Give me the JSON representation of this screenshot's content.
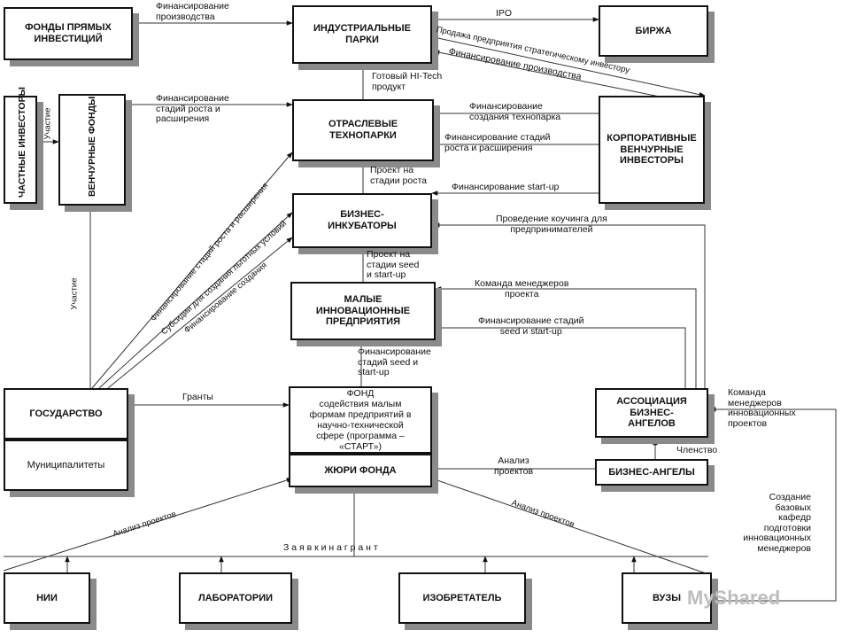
{
  "boxes": {
    "pe_funds": "ФОНДЫ ПРЯМЫХ\nИНВЕСТИЦИЙ",
    "ind_parks": "ИНДУСТРИАЛЬНЫЕ\nПАРКИ",
    "exchange": "БИРЖА",
    "private_investors": "ЧАСТНЫЕ ИНВЕСТОРЫ",
    "venture_funds": "ВЕНЧУРНЫЕ ФОНДЫ",
    "tech_parks": "ОТРАСЛЕВЫЕ\nТЕХНОПАРКИ",
    "corp_investors": "КОРПОРАТИВНЫЕ\nВЕНЧУРНЫЕ\nИНВЕСТОРЫ",
    "incubators": "БИЗНЕС-\nИНКУБАТОРЫ",
    "small_enterprises": "МАЛЫЕ\nИННОВАЦИОННЫЕ\nПРЕДПРИЯТИЯ",
    "state": "ГОСУДАРСТВО",
    "municipalities": "Муниципалитеты",
    "fund": "ФОНД\nсодействия малым\nформам предприятий в\nнаучно-технической\nсфере (программа –\n«СТАРТ»)",
    "fund_jury": "ЖЮРИ ФОНДА",
    "angels_assoc": "АССОЦИАЦИЯ\nБИЗНЕС-\nАНГЕЛОВ",
    "angels": "БИЗНЕС-АНГЕЛЫ",
    "nii": "НИИ",
    "labs": "ЛАБОРАТОРИИ",
    "inventor": "ИЗОБРЕТАТЕЛЬ",
    "universities": "ВУЗЫ"
  },
  "labels": {
    "fin_production": "Финансирование\nпроизводства",
    "ipo": "IPO",
    "sale_strategic": "Продажа предприятия стратегическому инвестору",
    "fin_production2": "Финансирование производства",
    "hitech_product": "Готовый HI-Tech\nпродукт",
    "fin_growth_vf": "Финансирование\nстадий роста и\nрасширения",
    "participation_top": "Участие",
    "fin_technopark": "Финансирование\nсоздания технопарка",
    "fin_growth_corp": "Финансирование стадий\nроста и расширения",
    "growth_project": "Проект на\nстадии роста",
    "fin_startup": "Финансирование start-up",
    "coaching": "Проведение коучинга для\nпредпринимателей",
    "seed_project": "Проект на\nстадии seed\nи start-up",
    "mgmt_team": "Команда менеджеров\nпроекта",
    "fin_seed_startup": "Финансирование   стадий\nseed  и  start-up",
    "fin_seed_fund": "Финансирование\nстадий seed и\nstart-up",
    "rot_fin_growth": "Финансирование стадий роста и расширения",
    "rot_subsidies": "Субсидии для создания льготных условий",
    "rot_fin_creation": "Финансирование создания",
    "participation_left": "Участие",
    "grants": "Гранты",
    "mgmt_innov": "Команда\nменеджеров\nинновационных\nпроектов",
    "membership": "Членство",
    "project_analysis": "Анализ\nпроектов",
    "analysis_left": "Анализ проектов",
    "analysis_right": "Анализ проектов",
    "grant_applications": "З а я в к и   н а   г р а н т",
    "base_depts": "Создание\nбазовых\nкафедр\nподготовки\nинновационных\nменеджеров"
  },
  "watermark": "MyShared"
}
